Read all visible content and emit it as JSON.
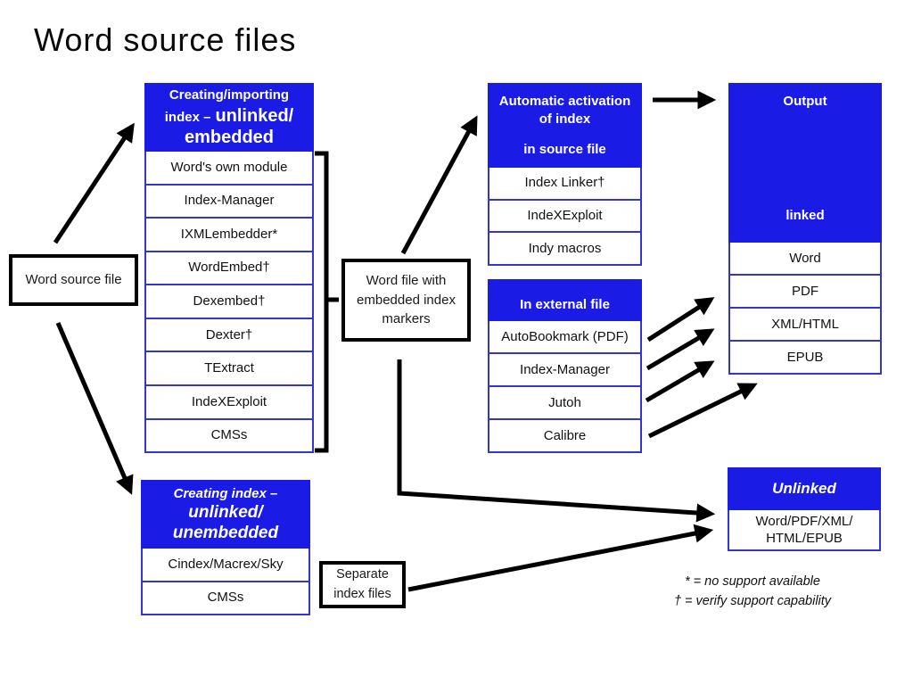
{
  "title": "Word source files",
  "accent_blue": "#1b1be6",
  "boxes": {
    "word_source": {
      "label": "Word source file"
    },
    "creating_importing": {
      "header": {
        "line1": "Creating/importing",
        "line2_small": "index –",
        "line2_big": "unlinked/",
        "line3": "embedded"
      },
      "items": [
        "Word's own module",
        "Index-Manager",
        "IXMLembedder*",
        "WordEmbed†",
        "Dexembed†",
        "Dexter†",
        "TExtract",
        "IndeXExploit",
        "CMSs"
      ]
    },
    "word_file_embedded": {
      "label": "Word file with embedded index markers"
    },
    "auto_activation": {
      "title": "Automatic activation of index",
      "subtitle": "in source file",
      "items": [
        "Index Linker†",
        "IndeXExploit",
        "Indy macros"
      ]
    },
    "in_external": {
      "title": "In external file",
      "items": [
        "AutoBookmark (PDF)",
        "Index-Manager",
        "Jutoh",
        "Calibre"
      ]
    },
    "output": {
      "title": "Output",
      "subtitle": "linked",
      "items": [
        "Word",
        "PDF",
        "XML/HTML",
        "EPUB"
      ]
    },
    "creating_unembedded": {
      "header": {
        "line1": "Creating index –",
        "line2": "unlinked/",
        "line3": "unembedded"
      },
      "items": [
        "Cindex/Macrex/Sky",
        "CMSs"
      ]
    },
    "separate_files": {
      "label": "Separate index files"
    },
    "unlinked": {
      "title": "Unlinked",
      "line1": "Word/PDF/XML/",
      "line2": "HTML/EPUB"
    }
  },
  "footnotes": [
    "* = no support available",
    "† = verify support capability"
  ]
}
